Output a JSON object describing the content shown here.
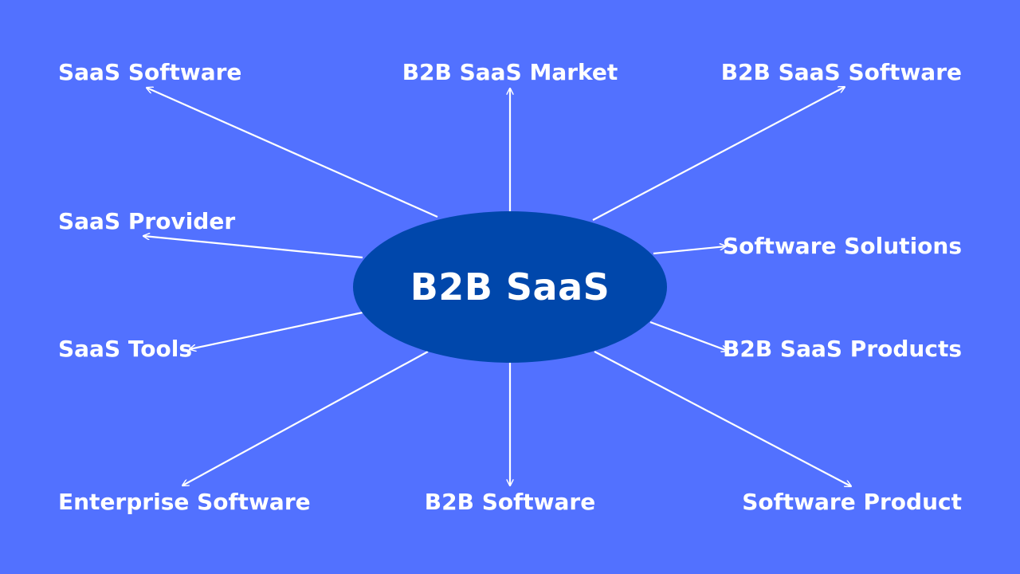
{
  "colors": {
    "background": "#5271FF",
    "hub": "#0047AB",
    "text": "#FFFFFF",
    "line": "#FFFFFF"
  },
  "hub": {
    "label": "B2B SaaS"
  },
  "nodes": {
    "saas_software": "SaaS Software",
    "b2b_saas_market": "B2B SaaS Market",
    "b2b_saas_software": "B2B SaaS Software",
    "saas_provider": "SaaS Provider",
    "software_solutions": "Software Solutions",
    "saas_tools": "SaaS Tools",
    "b2b_saas_products": "B2B SaaS Products",
    "enterprise_software": "Enterprise Software",
    "b2b_software": "B2B Software",
    "software_product": "Software Product"
  }
}
